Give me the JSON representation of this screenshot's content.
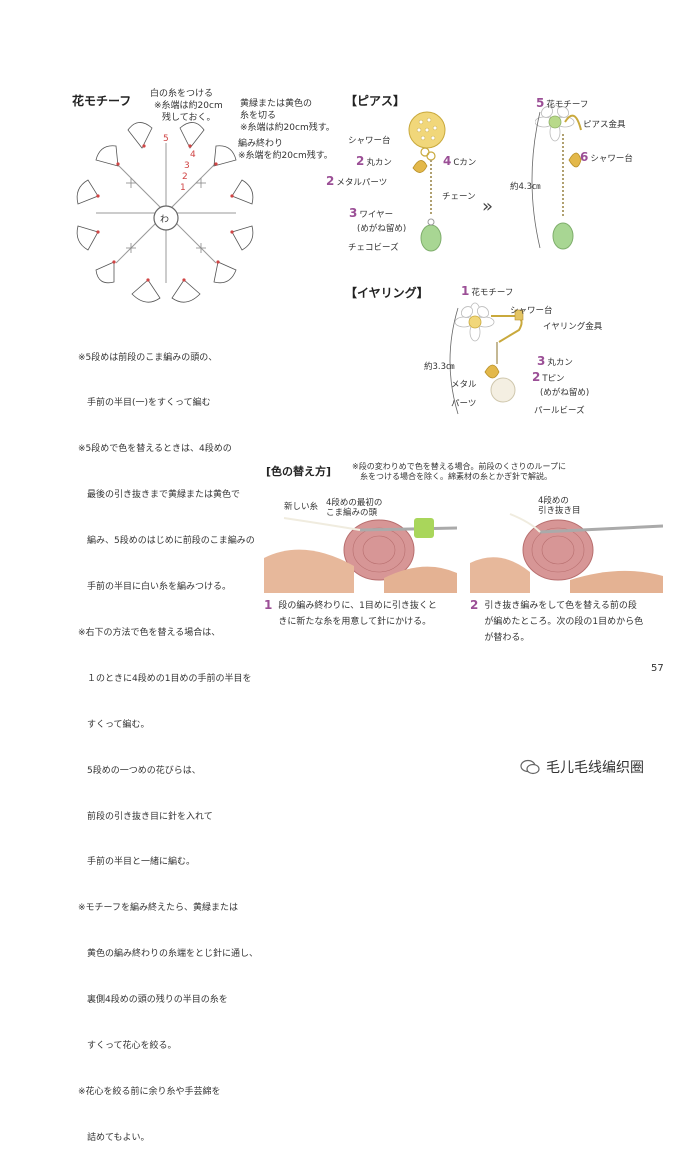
{
  "motif": {
    "title": "花モチーフ",
    "notes": [
      "白の糸をつける",
      "※糸端は約20cm",
      "残しておく。",
      "黄緑または黄色の",
      "糸を切る",
      "※糸端は約20cm残す。",
      "編み終わり",
      "※糸端を約20cm残す。"
    ],
    "center_label": "わ",
    "round_labels": [
      "5",
      "4",
      "3",
      "2",
      "1"
    ]
  },
  "instructions": [
    "※5段めは前段のこま編みの頭の、",
    "　手前の半目(一)をすくって編む",
    "※5段めで色を替えるときは、4段めの",
    "　最後の引き抜きまで黄緑または黄色で",
    "　編み、5段めのはじめに前段のこま編みの",
    "　手前の半目に白い糸を編みつける。",
    "※右下の方法で色を替える場合は、",
    "　１のときに4段めの1目めの手前の半目を",
    "　すくって編む。",
    "　5段めの一つめの花びらは、",
    "　前段の引き抜き目に針を入れて",
    "　手前の半目と一緒に編む。",
    "※モチーフを編み終えたら、黄緑または",
    "　黄色の編み終わりの糸端をとじ針に通し、",
    "　裏側4段めの頭の残りの半目の糸を",
    "　すくって花心を絞る。",
    "※花心を絞る前に余り糸や手芸綿を",
    "　詰めてもよい。"
  ],
  "pierce": {
    "title": "【ピアス】",
    "labels": {
      "shower": "シャワー台",
      "marukan_num": "2",
      "marukan": "丸カン",
      "ckan_num": "4",
      "ckan": "Cカン",
      "metal_num": "2",
      "metal": "メタルパーツ",
      "chain": "チェーン",
      "wire_num": "3",
      "wire": "ワイヤー",
      "wire_sub": "(めがね留め)",
      "czech": "チェコビーズ",
      "arrow": "»",
      "motif_num": "5",
      "motif": "花モチーフ",
      "kanagu": "ピアス金具",
      "shower2_num": "6",
      "shower2": "シャワー台",
      "length": "約4.3㎝"
    }
  },
  "earring": {
    "title": "【イヤリング】",
    "labels": {
      "motif_num": "1",
      "motif": "花モチーフ",
      "shower": "シャワー台",
      "kanagu": "イヤリング金具",
      "marukan_num": "3",
      "marukan": "丸カン",
      "tpin_num": "2",
      "tpin": "Tピン",
      "tpin_sub": "(めがね留め)",
      "metal": "メタル\nパーツ",
      "pearl": "パールビーズ",
      "length": "約3.3㎝"
    }
  },
  "color_change": {
    "title": "[色の替え方]",
    "desc": "※段の変わりめで色を替える場合。前段のくさりのループに\n　糸をつける場合を除く。綿素材の糸とかぎ針で解説。",
    "photo1_labels": [
      "新しい糸",
      "4段めの最初の\nこま編みの頭"
    ],
    "photo2_labels": [
      "4段めの\n引き抜き目"
    ],
    "step1_num": "1",
    "step1": "段の編み終わりに、1目めに引き抜くと\nきに新たな糸を用意して針にかける。",
    "step2_num": "2",
    "step2": "引き抜き編みをして色を替える前の段\nが編めたところ。次の段の1目めから色\nが替わる。"
  },
  "page_number": "57",
  "watermark": "毛儿毛线编织圈",
  "colors": {
    "accent": "#9b4f96",
    "gold": "#e8c85a",
    "green": "#9fcf8c",
    "pink": "#d98a8a",
    "yarn": "#d79696"
  }
}
